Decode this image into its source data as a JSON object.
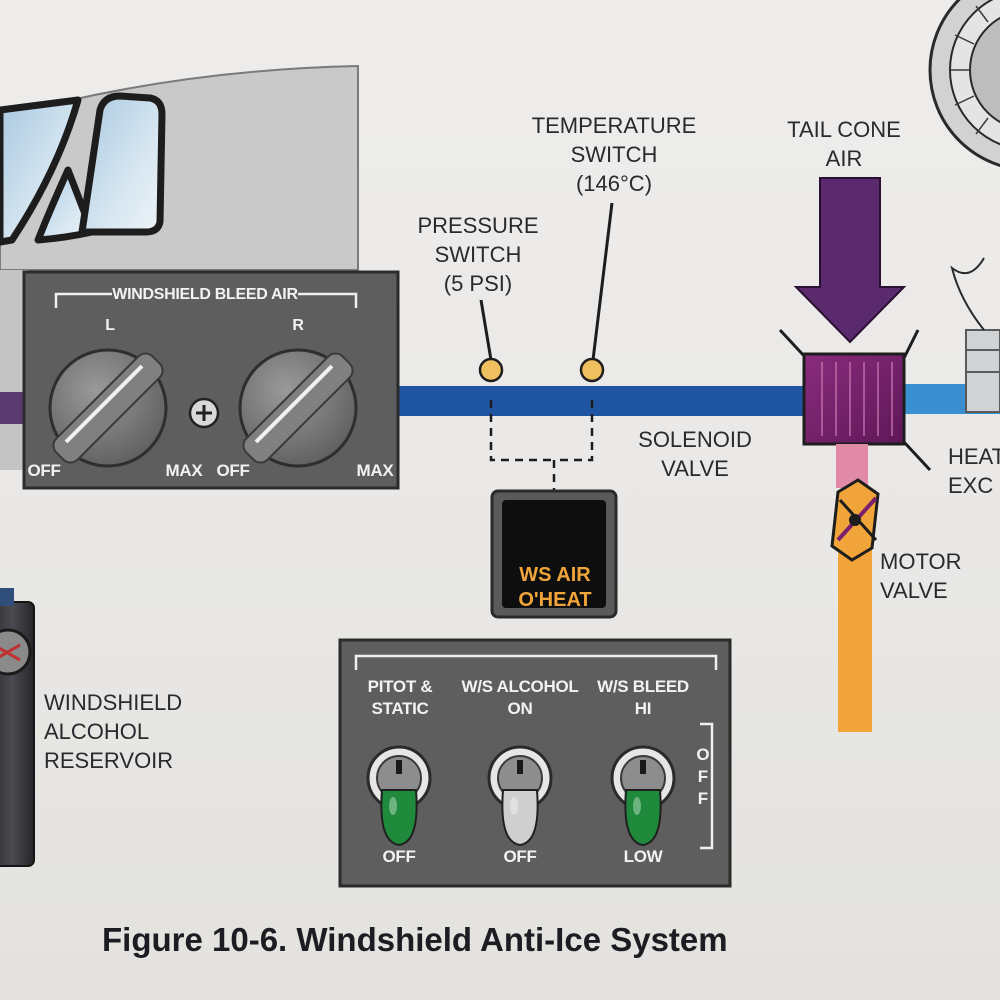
{
  "caption": "Figure 10-6.  Windshield Anti-Ice System",
  "labels": {
    "temperature_switch": [
      "TEMPERATURE",
      "SWITCH",
      "(146°C)"
    ],
    "pressure_switch": [
      "PRESSURE",
      "SWITCH",
      "(5 PSI)"
    ],
    "tail_cone_air": [
      "TAIL CONE",
      "AIR"
    ],
    "solenoid_valve": [
      "SOLENOID",
      "VALVE"
    ],
    "heat_exchanger": [
      "HEAT",
      "EXC"
    ],
    "motor_valve": [
      "MOTOR",
      "VALVE"
    ],
    "windshield_alcohol_reservoir": [
      "WINDSHIELD",
      "ALCOHOL",
      "RESERVOIR"
    ]
  },
  "bleed_air_panel": {
    "title": "WINDSHIELD BLEED AIR",
    "left_label": "L",
    "right_label": "R",
    "left_off": "OFF",
    "left_max": "MAX",
    "right_off": "OFF",
    "right_max": "MAX"
  },
  "warning_light": [
    "WS AIR",
    "O'HEAT"
  ],
  "switch_panel": {
    "switches": [
      {
        "label": [
          "PITOT &",
          "STATIC"
        ],
        "position_label": "OFF",
        "lever_color": "#1f8a3c"
      },
      {
        "label": [
          "W/S ALCOHOL",
          "ON"
        ],
        "position_label": "OFF",
        "lever_color": "#cfcfcf"
      },
      {
        "label": [
          "W/S BLEED",
          "HI"
        ],
        "position_label": "LOW",
        "lever_color": "#1f8a3c"
      }
    ],
    "side_label": [
      "O",
      "F",
      "F"
    ]
  },
  "colors": {
    "bleed_duct": "#1f55a3",
    "tail_cone_arrow": "#5b2a6e",
    "heat_exchanger": "#7a1f6e",
    "hot_duct": "#e08aa8",
    "motor_valve": "#f0a43a",
    "panel": "#5e5e5e",
    "indicator": "#f0c060"
  }
}
